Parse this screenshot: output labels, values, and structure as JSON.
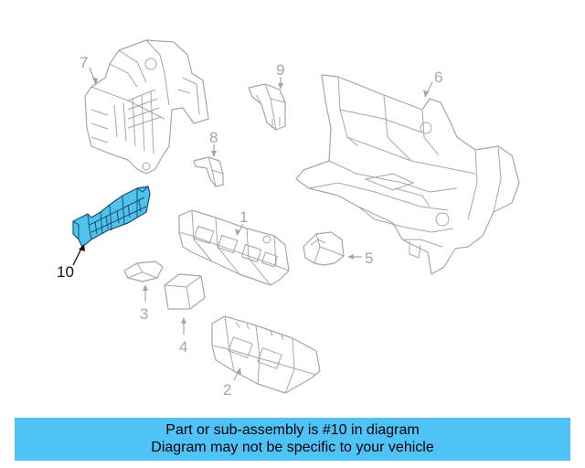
{
  "colors": {
    "highlight_fill": "#4fc3ea",
    "highlight_stroke": "#1a4c7c",
    "line": "#a6a6a6",
    "banner": "#4fc3f7"
  },
  "callouts": {
    "c1": "1",
    "c2": "2",
    "c3": "3",
    "c4": "4",
    "c5": "5",
    "c6": "6",
    "c7": "7",
    "c8": "8",
    "c9": "9",
    "c10": "10"
  },
  "banner": {
    "line1": "Part or sub-assembly is #10 in diagram",
    "line2": "Diagram may not be specific to your vehicle"
  }
}
